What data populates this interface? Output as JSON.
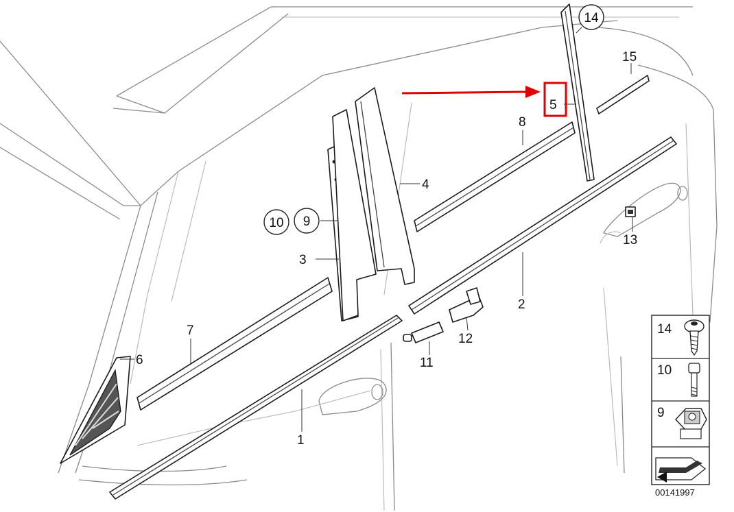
{
  "diagram": {
    "catalog_number": "00141997",
    "accent_color": "#e00000",
    "callouts": {
      "c1": "1",
      "c2": "2",
      "c3": "3",
      "c4": "4",
      "c5": "5",
      "c6": "6",
      "c7": "7",
      "c8": "8",
      "c9": "9",
      "c10": "10",
      "c11": "11",
      "c12": "12",
      "c13": "13",
      "c14": "14",
      "c15": "15"
    },
    "legend": {
      "row14": "14",
      "row10": "10",
      "row9": "9"
    }
  }
}
